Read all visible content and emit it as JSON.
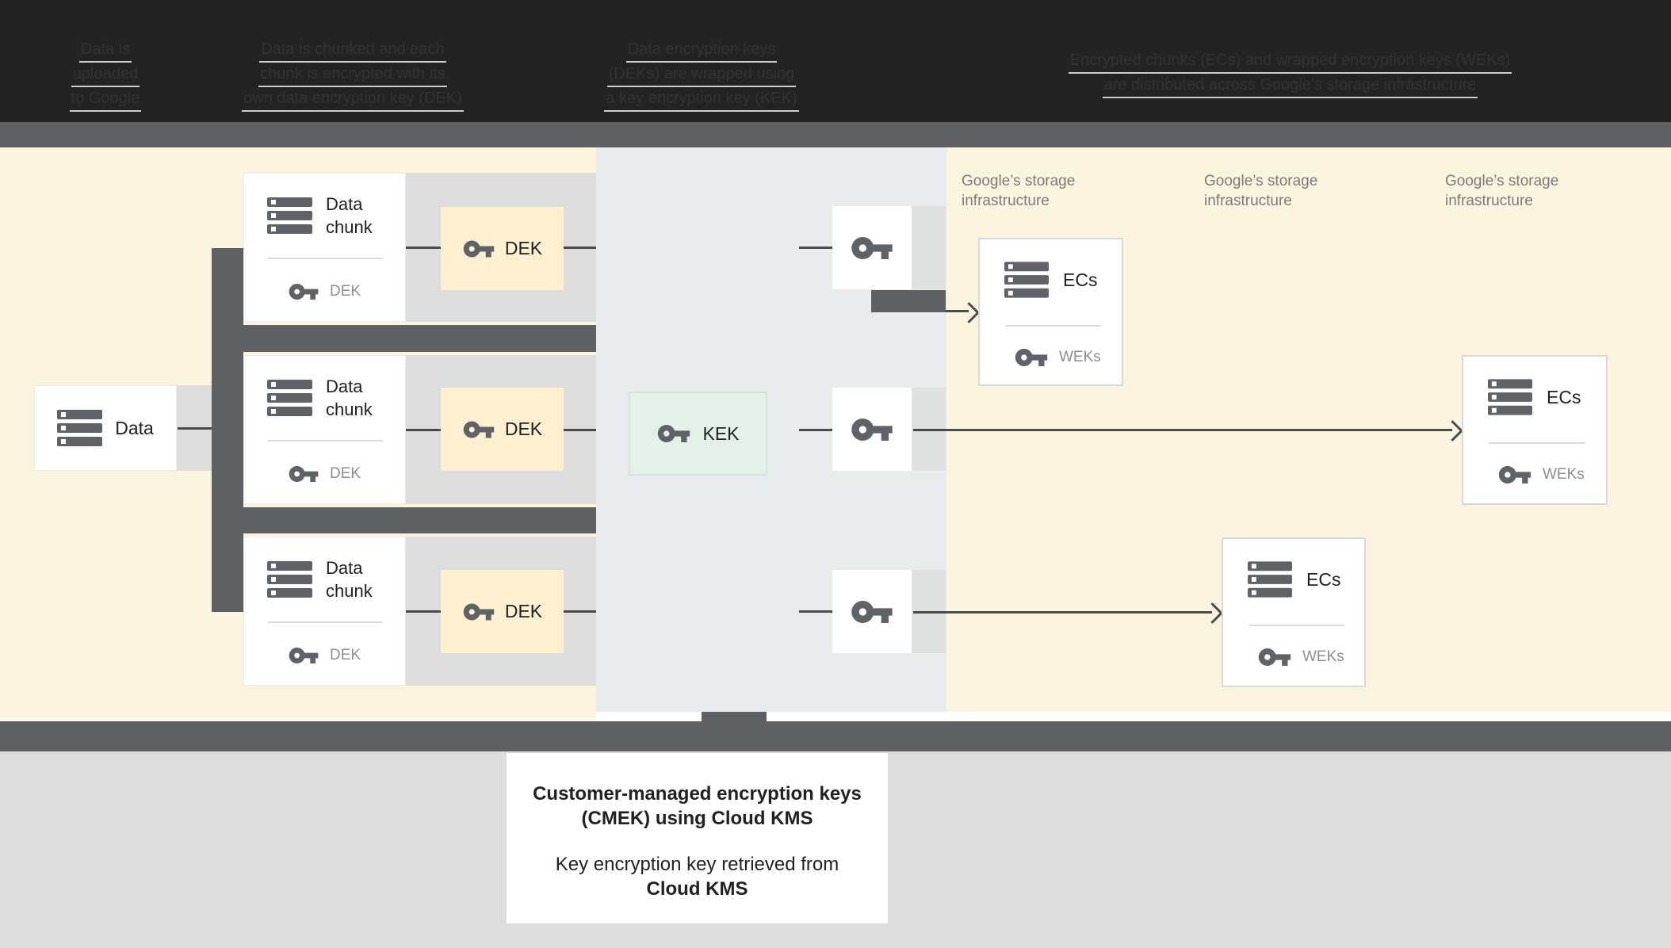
{
  "header": {
    "columns": [
      {
        "lines": [
          "Data is",
          "uploaded",
          "to Google"
        ]
      },
      {
        "lines": [
          "Data is chunked and each",
          "chunk is encrypted with its",
          "own data encryption key (DEK)"
        ]
      },
      {
        "lines": [
          "Data encryption keys",
          "(DEKs) are wrapped using",
          "a key encryption key (KEK)"
        ]
      },
      {
        "lines": [
          "Encrypted chunks (ECs) and wrapped encryption keys (WEKs)",
          "are distributed across Google’s storage infrastructure"
        ]
      }
    ]
  },
  "diagram": {
    "data_box": {
      "label": "Data"
    },
    "rows": [
      {
        "chunk_line1": "Data",
        "chunk_line2": "chunk",
        "chunk_key_label": "DEK",
        "dek_label": "DEK"
      },
      {
        "chunk_line1": "Data",
        "chunk_line2": "chunk",
        "chunk_key_label": "DEK",
        "dek_label": "DEK"
      },
      {
        "chunk_line1": "Data",
        "chunk_line2": "chunk",
        "chunk_key_label": "DEK",
        "dek_label": "DEK"
      }
    ],
    "kek_label": "KEK",
    "storage_labels": [
      {
        "line1": "Google’s storage",
        "line2": "infrastructure"
      },
      {
        "line1": "Google’s storage",
        "line2": "infrastructure"
      },
      {
        "line1": "Google’s storage",
        "line2": "infrastructure"
      }
    ],
    "ecs_boxes": [
      {
        "label": "ECs",
        "key_label": "WEKs"
      },
      {
        "label": "ECs",
        "key_label": "WEKs"
      },
      {
        "label": "ECs",
        "key_label": "WEKs"
      }
    ]
  },
  "footer": {
    "line1": "Customer-managed encryption keys",
    "line2": "(CMEK) using Cloud KMS",
    "line3": "Key encryption key retrieved from",
    "line4": "Cloud KMS"
  },
  "colors": {
    "header_black": "#232323",
    "bar_dark_gray": "#5F6062",
    "zone_cream": "#FBF4DF",
    "zone_blue_gray": "#E8ECED",
    "dek_yellow": "#FCF0D0",
    "kek_green": "#E4F1E9",
    "connector_gray": "#DDDDDE",
    "footer_gray": "#DDDDDD",
    "icon_gray": "#5F6368",
    "secondary_text_gray": "#8B8F94",
    "storage_label_gray": "#797B7D"
  }
}
